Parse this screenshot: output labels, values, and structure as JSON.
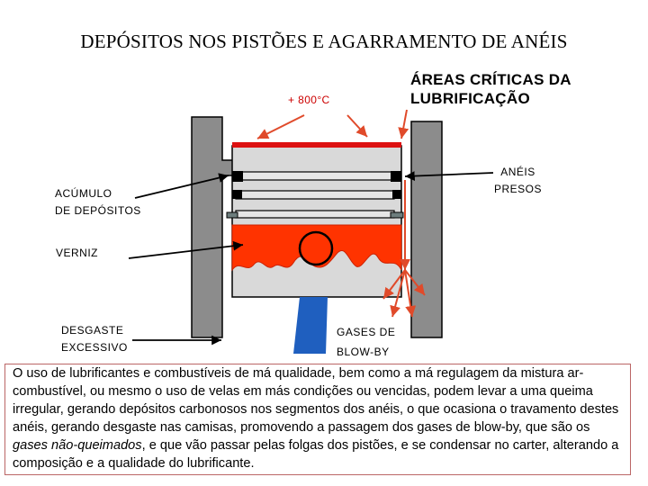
{
  "title": "DEPÓSITOS NOS PISTÕES E AGARRAMENTO DE ANÉIS",
  "labels": {
    "temperature": "+ 800°C",
    "critical_areas": [
      "ÁREAS CRÍTICAS DA",
      "LUBRIFICAÇÃO"
    ],
    "stuck_rings": [
      "ANÉIS",
      "PRESOS"
    ],
    "deposit_buildup": [
      "ACÚMULO",
      "DE DEPÓSITOS"
    ],
    "varnish": "VERNIZ",
    "excess_wear": [
      "DESGASTE",
      "EXCESSIVO"
    ],
    "blowby_gases": [
      "GASES DE",
      "BLOW-BY"
    ]
  },
  "caption": {
    "text_before_italic": "O uso de lubrificantes e combustíveis de má qualidade, bem como a má regulagem da mistura ar-combustível, ou mesmo o uso de velas em más condições ou vencidas, podem levar a uma queima irregular, gerando depósitos carbonosos nos segmentos dos anéis, o que ocasiona o travamento destes anéis, gerando desgaste nas camisas, promovendo a passagem dos gases de blow-by, que são os ",
    "italic": "gases não-queimados",
    "text_after_italic": ", e que vão passar pelas folgas dos pistões, e se condensar no carter, alterando a composição e a qualidade do lubrificante."
  },
  "colors": {
    "cylinder_wall": "#8c8c8c",
    "piston_crown": "#dd1111",
    "piston_skirt": "#ff3300",
    "piston_body": "#d9d9d9",
    "connecting_rod": "#1f5fbf",
    "ring_deposit": "#000000",
    "arrow_red": "#e04a2a",
    "caption_border": "#bb6666"
  }
}
